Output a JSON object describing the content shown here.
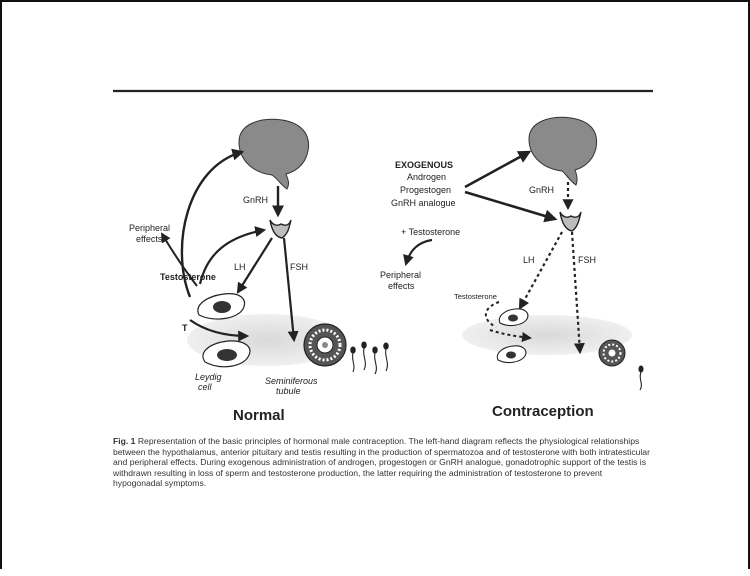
{
  "figure": {
    "normal": {
      "gnrh": "GnRH",
      "peripheral_effects": "Peripheral\neffects",
      "testosterone": "Testosterone",
      "lh": "LH",
      "fsh": "FSH",
      "t": "T",
      "leydig_cell": "Leydig\ncell",
      "seminiferous_tubule": "Seminiferous\ntubule",
      "title": "Normal"
    },
    "contraception": {
      "exogenous": "EXOGENOUS",
      "androgen": "Androgen",
      "progestogen": "Progestogen",
      "gnrh_analogue": "GnRH analogue",
      "plus_testosterone": "+ Testosterone",
      "gnrh": "GnRH",
      "peripheral_effects": "Peripheral\neffects",
      "lh": "LH",
      "fsh": "FSH",
      "testosterone": "Testosterone",
      "title": "Contraception"
    }
  },
  "caption": {
    "label": "Fig. 1",
    "text": "Representation of the basic principles of hormonal male contraception. The left-hand diagram reflects the physiological relationships between the hypothalamus, anterior pituitary and testis resulting in the production of spermatozoa and of testosterone with both intratesticular and peripheral effects. During exogenous administration of androgen, progestogen or GnRH analogue, gonadotrophic support of the testis is withdrawn resulting in loss of sperm and testosterone production, the latter requiring the administration of testosterone to prevent hypogonadal symptoms."
  },
  "colors": {
    "ink": "#222222",
    "gland": "#8a8a8a",
    "tissue": "#e2e2e2"
  }
}
